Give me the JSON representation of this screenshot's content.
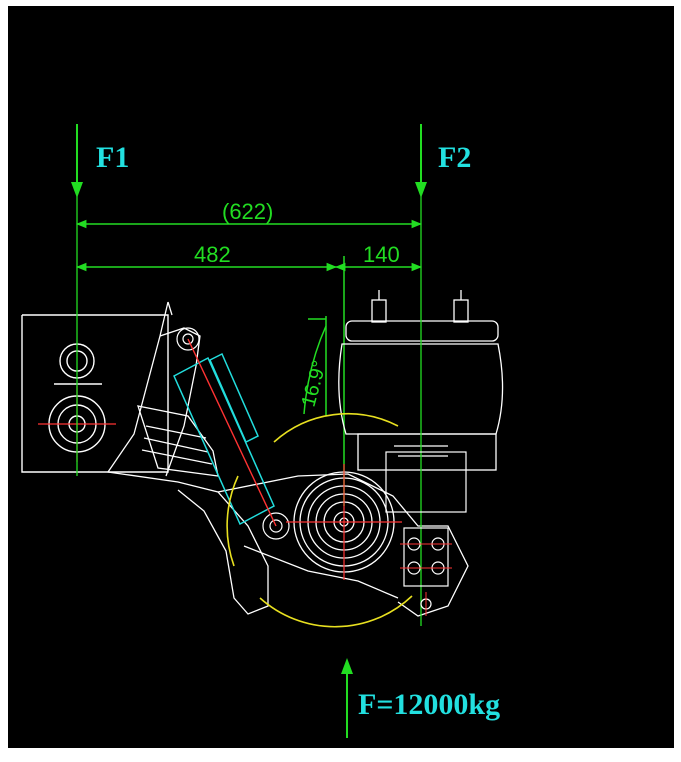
{
  "labels": {
    "force_left": "F1",
    "force_right": "F2",
    "force_bottom": "F=12000kg"
  },
  "dimensions": {
    "total": "(622)",
    "left": "482",
    "right": "140",
    "angle": "16.9°"
  },
  "colors": {
    "background": "#000000",
    "frame": "#ffffff",
    "dimension_lines": "#22dd22",
    "force_text": "#22e0e0",
    "outline": "#ffffff",
    "shock_absorber": "#22dddd",
    "spring_line": "#ff3333",
    "highlight": "#e8e020"
  }
}
